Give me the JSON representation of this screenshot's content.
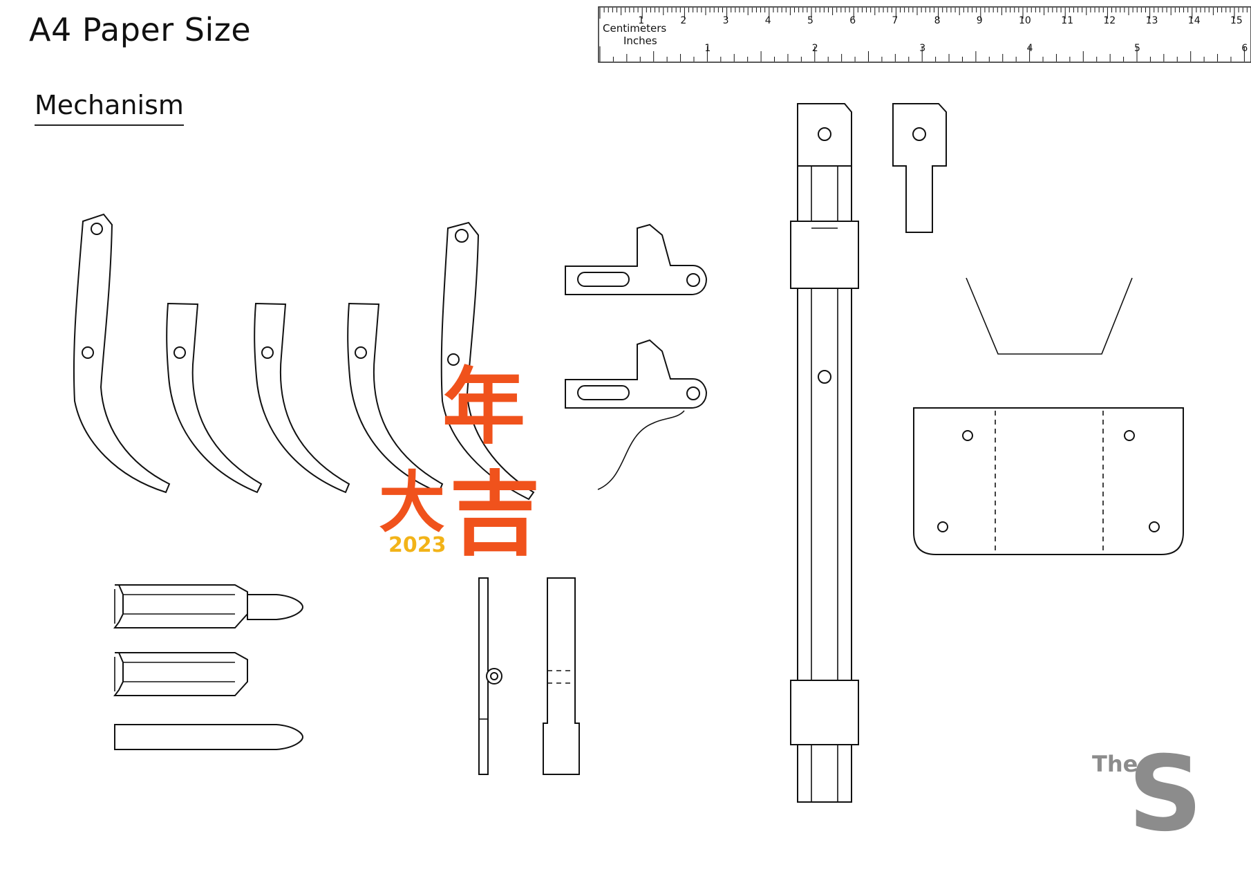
{
  "header": {
    "title": "A4 Paper Size",
    "section": "Mechanism"
  },
  "ruler": {
    "units_top": "Centimeters",
    "units_bottom": "Inches",
    "cm_labels": [
      "1",
      "2",
      "3",
      "4",
      "5",
      "6",
      "7",
      "8",
      "9",
      "10",
      "11",
      "12",
      "13",
      "14",
      "15"
    ],
    "inch_labels": [
      "1",
      "2",
      "3",
      "4",
      "5",
      "6"
    ]
  },
  "stamp": {
    "chars": [
      "年",
      "大",
      "吉"
    ],
    "year": "2023",
    "colors": {
      "chars": "#f0521c",
      "year": "#f2b318"
    }
  },
  "logo": {
    "prefix": "The",
    "letter": "S",
    "color": "#8c8c8c"
  }
}
